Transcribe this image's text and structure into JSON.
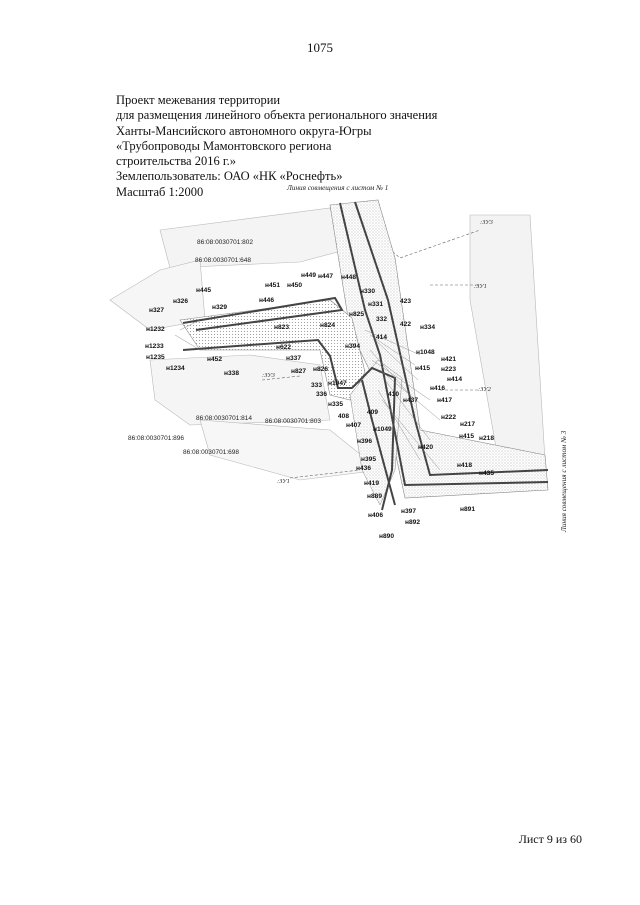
{
  "page_number": "1075",
  "header": {
    "line1": "Проект межевания территории",
    "line2": "для размещения линейного объекта регионального значения",
    "line3": "Ханты-Мансийского автономного округа-Югры",
    "line4": "«Трубопроводы Мамонтовского региона",
    "line5": "строительства 2016 г.»",
    "line6": "Землепользователь: ОАО «НК «Роснефть»",
    "line7": "Масштаб 1:2000"
  },
  "map": {
    "caption_top": "Линия совмещения с листом № 1",
    "caption_right": "Линия совмещения с листом № 3",
    "cadastral": [
      "86:08:0030701:802",
      "86:08:0030701:648",
      "86:08:0030701:814",
      "86:08:0030701:803",
      "86:08:0030701:896",
      "86:08:0030701:698"
    ],
    "zones": [
      ":ЗУ3",
      ":ЗУ1",
      ":ЗУ2",
      ":ЗУ3",
      ":ЗУ1"
    ],
    "points": [
      "н449",
      "н447",
      "н448",
      "н451",
      "н450",
      "н445",
      "н326",
      "н329",
      "н446",
      "н330",
      "н331",
      "423",
      "н327",
      "н825",
      "н823",
      "н824",
      "332",
      "н1232",
      "422",
      "н334",
      "414",
      "н622",
      "н394",
      "н1048",
      "н1233",
      "н1235",
      "н452",
      "н337",
      "н421",
      "н827",
      "н826",
      "н223",
      "н1234",
      "н338",
      "333",
      "н1047",
      "н415",
      "н414",
      "н416",
      "336",
      "н335",
      "410",
      "н437",
      "н417",
      "408",
      "409",
      "н222",
      "н407",
      "н1049",
      "н217",
      "н415",
      "н218",
      "н396",
      "н420",
      "н395",
      "н418",
      "н436",
      "н435",
      "н419",
      "н889",
      "н891",
      "н397",
      "н406",
      "н892",
      "н890"
    ]
  },
  "footer": {
    "sheet": "Лист 9 из 60"
  }
}
